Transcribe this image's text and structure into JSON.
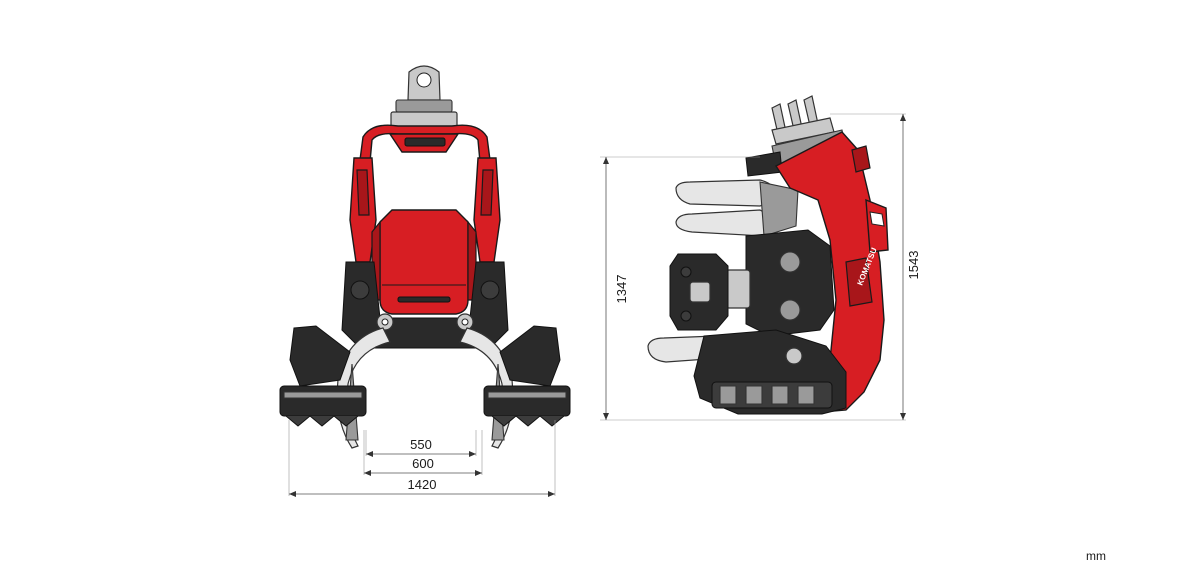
{
  "dimensions": {
    "front_inner_width": "550",
    "front_mid_width": "600",
    "front_overall_width": "1420",
    "side_height": "1347",
    "side_total_height": "1543"
  },
  "unit": "mm",
  "brand_mark": "KOMATSU",
  "colors": {
    "body_red": "#d71e23",
    "frame_black": "#2a2a2a",
    "metal_grey": "#c9c9c9"
  }
}
